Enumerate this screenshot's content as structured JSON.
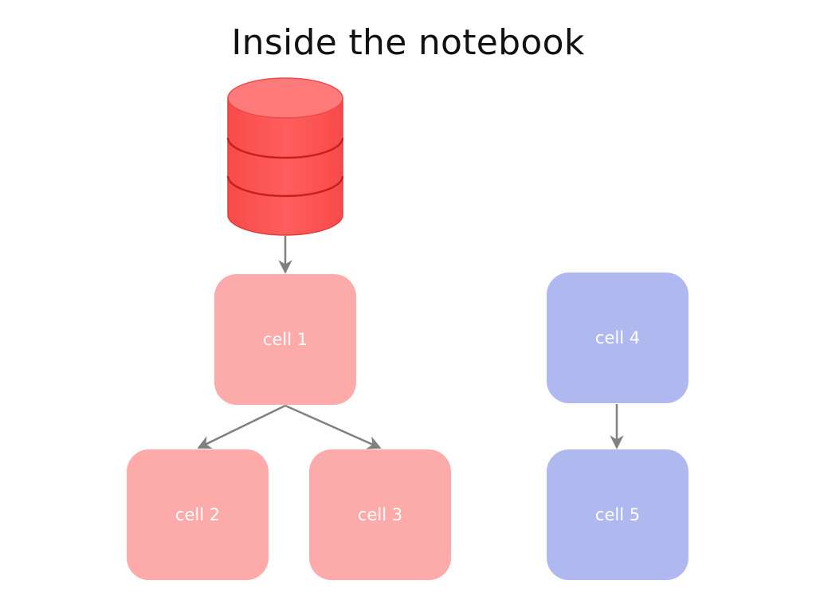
{
  "title": "Inside the notebook",
  "colors": {
    "red_cell": "#fdaaaa",
    "blue_cell": "#b0b9ef",
    "database": "#ff5f5f",
    "arrow": "#808080"
  },
  "icons": {
    "data_source": "database-icon"
  },
  "cells": [
    {
      "id": "cell1",
      "label": "cell 1",
      "group": "red"
    },
    {
      "id": "cell2",
      "label": "cell 2",
      "group": "red"
    },
    {
      "id": "cell3",
      "label": "cell 3",
      "group": "red"
    },
    {
      "id": "cell4",
      "label": "cell 4",
      "group": "blue"
    },
    {
      "id": "cell5",
      "label": "cell 5",
      "group": "blue"
    }
  ],
  "edges": [
    {
      "from": "database",
      "to": "cell1"
    },
    {
      "from": "cell1",
      "to": "cell2"
    },
    {
      "from": "cell1",
      "to": "cell3"
    },
    {
      "from": "cell4",
      "to": "cell5"
    }
  ]
}
